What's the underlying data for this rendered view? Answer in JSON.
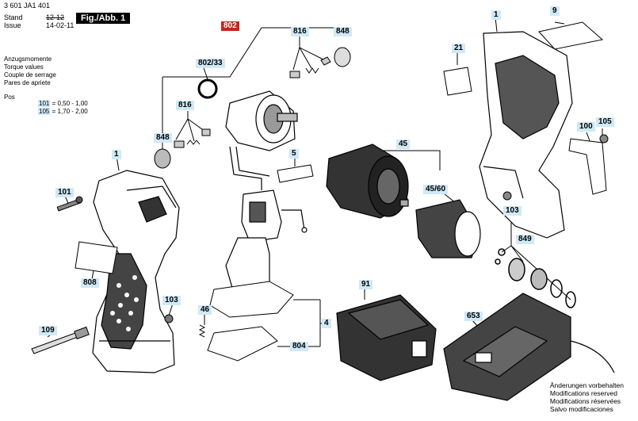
{
  "header": {
    "doc_number": "3 601 JA1 401",
    "stand_label": "Stand",
    "issue_label": "Issue",
    "stand_value": "12-12",
    "issue_value": "14-02-11",
    "figure_label": "Fig./Abb. 1"
  },
  "torque_lines": [
    "Anzugsmomente",
    "Torque values",
    "Couple de serrage",
    "Pares de apriete"
  ],
  "pos_label": "Pos",
  "pos_rows": [
    {
      "num": "101",
      "text": "= 0,50 - 1,00"
    },
    {
      "num": "105",
      "text": "= 1,70 - 2,00"
    }
  ],
  "callouts": {
    "c802": "802",
    "c816a": "816",
    "c848a": "848",
    "c802_33": "802/33",
    "c816b": "816",
    "c848b": "848",
    "c1a": "1",
    "c101": "101",
    "c808": "808",
    "c103a": "103",
    "c109": "109",
    "c46": "46",
    "c5": "5",
    "c4": "4",
    "c804": "804",
    "c45": "45",
    "c45_60": "45/60",
    "c91": "91",
    "c653": "653",
    "c849": "849",
    "c103b": "103",
    "c100": "100",
    "c105": "105",
    "c1b": "1",
    "c9": "9",
    "c21": "21"
  },
  "footer_lines": [
    "Änderungen vorbehalten",
    "Modifications reserved",
    "Modifications réservées",
    "Salvo modificaciones"
  ],
  "colors": {
    "callout_bg": "#cfe9f7",
    "highlight_red": "#c0271f"
  }
}
